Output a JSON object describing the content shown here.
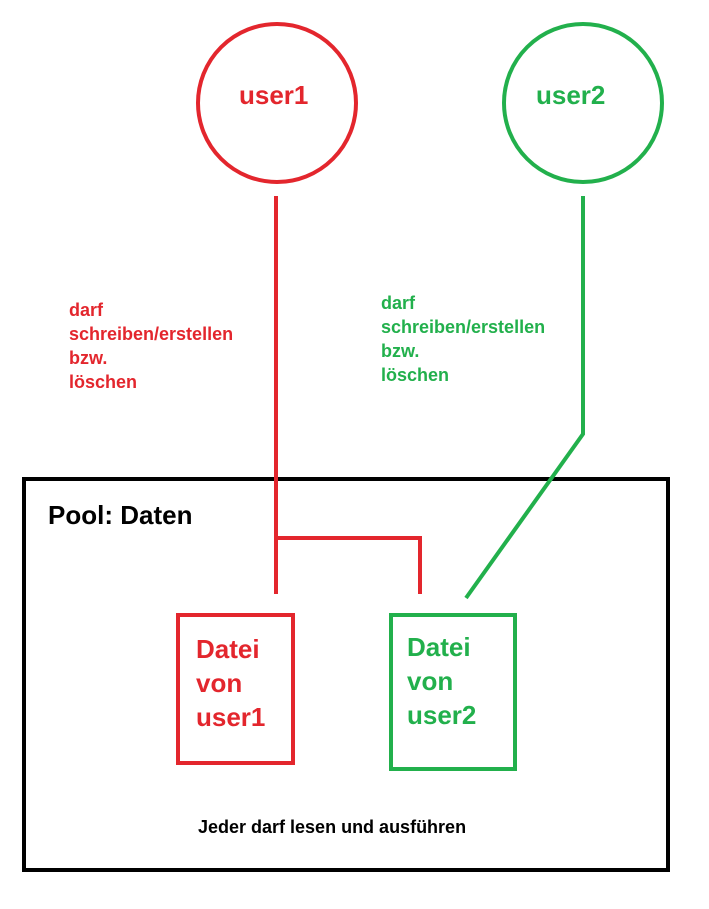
{
  "colors": {
    "user1": "#e3262d",
    "user2": "#22b04c",
    "pool": "#000000"
  },
  "users": [
    {
      "label": "user1"
    },
    {
      "label": "user2"
    }
  ],
  "permission": {
    "user1_lines": [
      "darf",
      "schreiben/erstellen",
      "bzw.",
      "löschen"
    ],
    "user2_lines": [
      "darf",
      "schreiben/erstellen",
      "bzw.",
      "löschen"
    ]
  },
  "pool": {
    "title": "Pool: Daten",
    "footer": "Jeder darf lesen und ausführen"
  },
  "files": [
    {
      "lines": [
        "Datei",
        "von",
        "user1"
      ]
    },
    {
      "lines": [
        "Datei",
        "von",
        "user2"
      ]
    }
  ]
}
